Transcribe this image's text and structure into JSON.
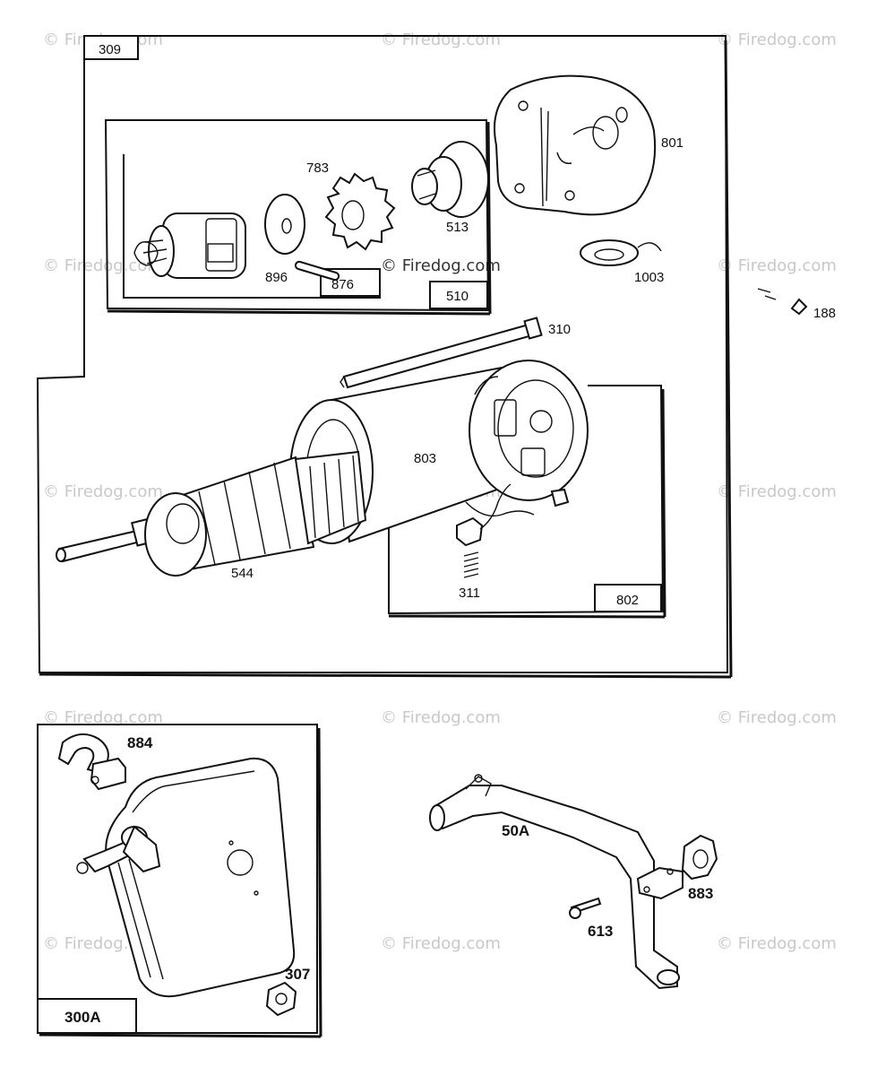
{
  "watermark": "© Firedog.com",
  "starter_group": {
    "id": "309",
    "drive_group": {
      "id": "510",
      "pinion_kit": "876"
    },
    "motor_group": {
      "id": "802"
    },
    "callouts": {
      "cap": "801",
      "gear_nut": "513",
      "pinion_gear": "783",
      "roll_pin": "896",
      "seal": "1003",
      "clip": "188",
      "thru_bolt": "310",
      "housing": "803",
      "armature": "544",
      "brush_spring": "311"
    }
  },
  "muffler_group": {
    "id": "300A",
    "callouts": {
      "clamp": "884",
      "screw": "307"
    }
  },
  "exhaust_pipe": {
    "id": "50A",
    "callouts": {
      "screw": "613",
      "gasket": "883"
    }
  }
}
